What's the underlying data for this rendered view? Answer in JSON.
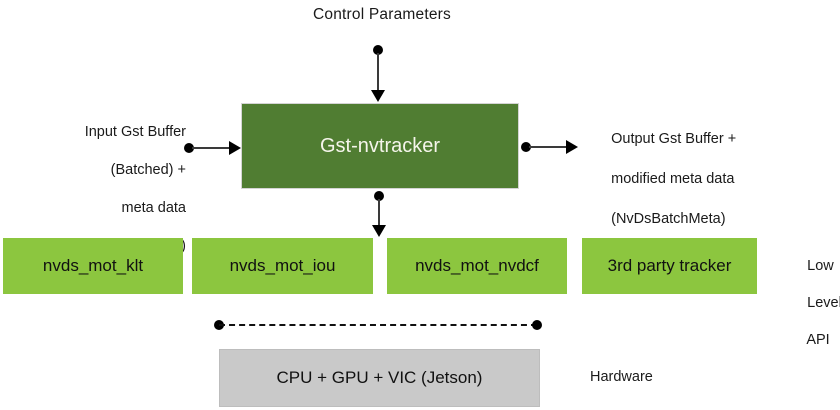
{
  "diagram": {
    "title": "Control Parameters",
    "main_block": {
      "label": "Gst-nvtracker"
    },
    "input_label_lines": [
      "Input Gst Buffer",
      "(Batched) +",
      "meta data",
      "(NvDsBatchMeta)"
    ],
    "output_label_lines": [
      "Output Gst Buffer +",
      "modified meta data",
      "(NvDsBatchMeta)"
    ],
    "low_level_blocks": [
      "nvds_mot_klt",
      "nvds_mot_iou",
      "nvds_mot_nvdcf",
      "3rd party tracker"
    ],
    "api_label_lines": [
      "Low",
      "Level",
      "API"
    ],
    "hardware_block": {
      "label": "CPU + GPU + VIC (Jetson)"
    },
    "hardware_label": "Hardware",
    "colors": {
      "main_block_fill": "#507d32",
      "main_block_text": "#f5f5eb",
      "low_level_fill": "#8cc63f",
      "hardware_fill": "#c9c9c9",
      "text": "#1a1a1a",
      "connector": "#000000"
    }
  }
}
